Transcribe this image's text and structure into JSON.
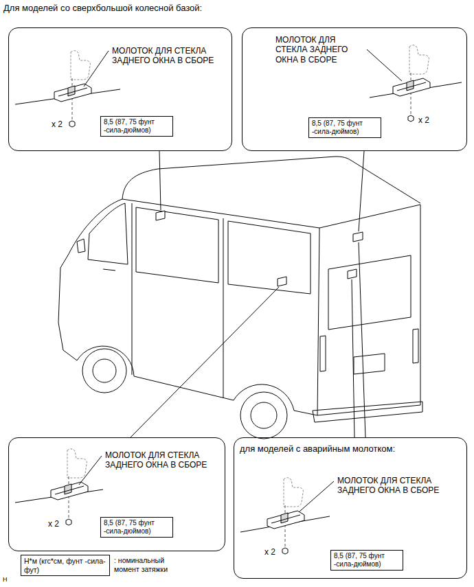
{
  "diagram": {
    "title": "Для моделей со сверхбольшой колесной базой:",
    "nodes": [
      {
        "text": [
          "МОЛОТОК ДЛЯ СТЕКЛА ЗАДНЕГО ОКНА В СБОРЕ",
          "x 2"
        ]
      },
      {
        "text": [
          "8,5 (87, 75 фунт -сила-дюймов)"
        ],
        "in": 0
      },
      {
        "text": [
          "МОЛОТОК ДЛЯ СТЕКЛА ЗАДНЕГО ОКНА В СБОРЕ",
          "x 2"
        ]
      },
      {
        "text": [
          "8,5 (87, 75 фунт -сила-дюймов)"
        ],
        "in": 2
      },
      {
        "text": [
          "МОЛОТОК ДЛЯ СТЕКЛА ЗАДНЕГО ОКНА В СБОРЕ",
          "x 2"
        ]
      },
      {
        "text": [
          "8,5 (87, 75 фунт -сила-дюймов)"
        ],
        "in": 4
      },
      {
        "text": [
          "для моделей с аварийным молотком:",
          "МОЛОТОК ДЛЯ СТЕКЛА ЗАДНЕГО ОКНА В СБОРЕ",
          "x 2"
        ]
      },
      {
        "text": [
          "8,5 (87, 75 фунт -сила-дюймов)"
        ],
        "in": 6
      },
      {
        "text": [
          "Н*м (кгс*см, фунт -сила-фут)"
        ]
      }
    ],
    "labels": [
      ": номинальный момент затяжки",
      "H"
    ]
  }
}
